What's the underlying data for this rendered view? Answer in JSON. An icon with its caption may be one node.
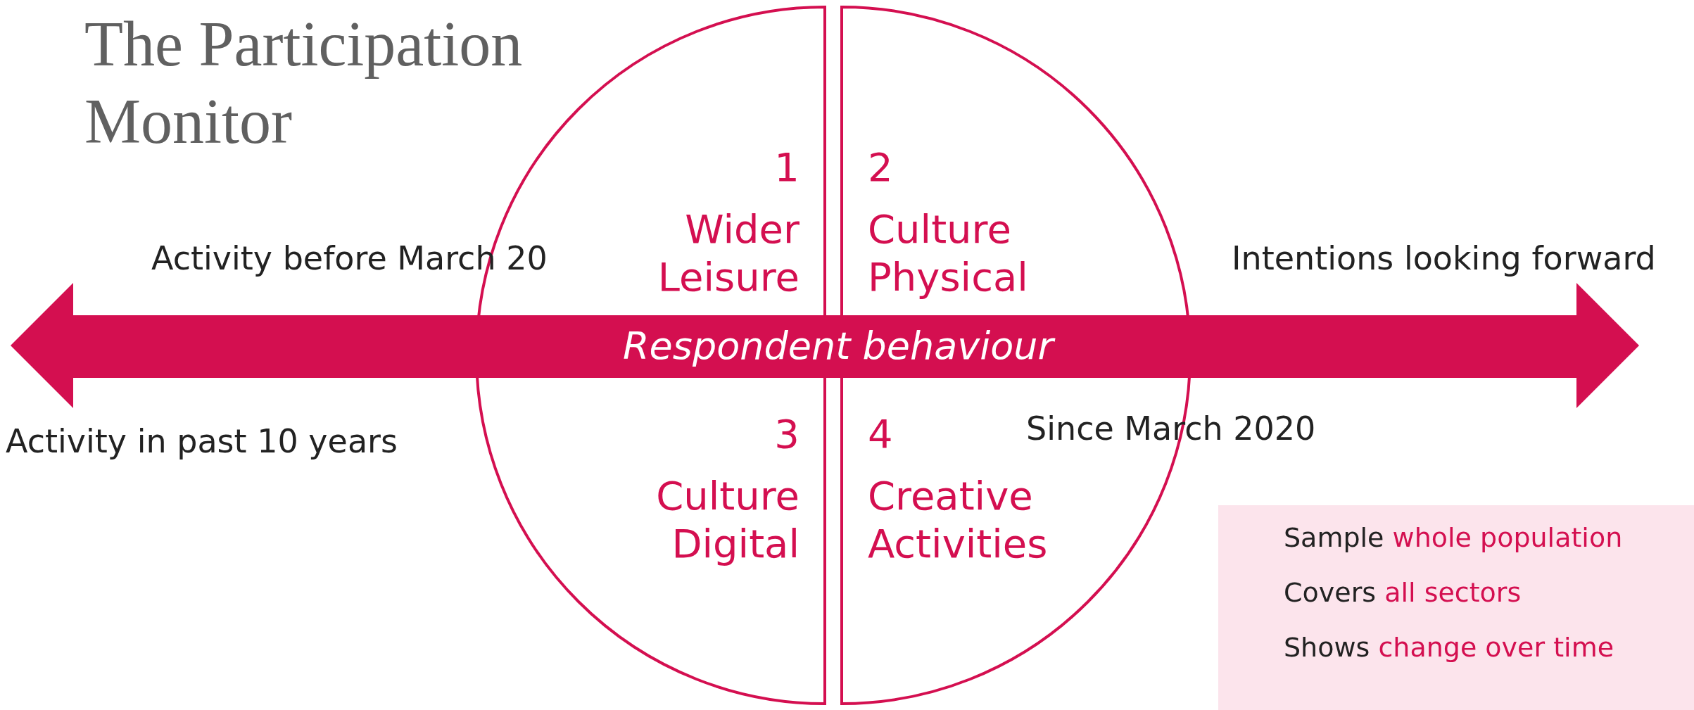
{
  "diagram": {
    "title": "The Participation Monitor",
    "nodes": [
      {
        "text": [],
        "shape": "semicircle"
      },
      {
        "text": [],
        "shape": "semicircle"
      },
      {
        "text": [
          "1",
          "Wider Leisure"
        ],
        "in": 0
      },
      {
        "text": [
          "2",
          "Culture Physical"
        ],
        "in": 1
      },
      {
        "text": [
          "3",
          "Culture Digital"
        ],
        "in": 0
      },
      {
        "text": [
          "4",
          "Creative Activities"
        ],
        "in": 1
      },
      {
        "text": [
          "Respondent behaviour"
        ]
      },
      {
        "text": [
          "Sample",
          "whole population",
          "Covers",
          "all sectors",
          "Shows",
          "change over time"
        ]
      }
    ],
    "edges": [],
    "labels": [
      "Activity before March 20",
      "Intentions looking forward",
      "Activity in past 10 years",
      "Since March 2020"
    ]
  }
}
